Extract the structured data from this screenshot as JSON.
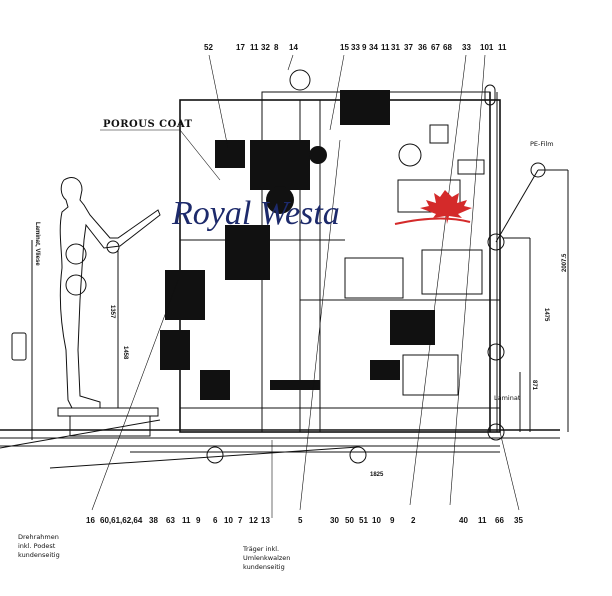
{
  "drawing": {
    "callout_label": "POROUS COAT",
    "film_label": "PE-Film",
    "laminate_label": "Laminat",
    "top_part_numbers": [
      "52",
      "17",
      "11",
      "32",
      "8",
      "14",
      "15",
      "33",
      "9",
      "34",
      "11",
      "31",
      "37",
      "36",
      "67",
      "68",
      "33",
      "101",
      "11"
    ],
    "bottom_part_numbers": [
      "16",
      "60,61,62,64",
      "38",
      "63",
      "11",
      "9",
      "6",
      "10",
      "7",
      "12",
      "13",
      "5",
      "30",
      "50",
      "51",
      "10",
      "9",
      "2",
      "40",
      "11",
      "66",
      "35"
    ],
    "notes": {
      "left": [
        "Drehrahmen",
        "inkl. Podest",
        "kundenseitig"
      ],
      "center": [
        "Träger inkl.",
        "Umlenkwalzen",
        "kundenseitig"
      ]
    },
    "dimensions": {
      "overall_height": "2007.5",
      "right_inner": "1475",
      "right_small": "871",
      "bottom_width": "1825",
      "left_height": "1357",
      "left_lower": "1458",
      "left_vertical_note": "Laminat, Vliese"
    },
    "watermark": {
      "text": "Royal Westa",
      "text_color": "#1d2a6b",
      "leaf_color": "#d42a2a"
    }
  }
}
